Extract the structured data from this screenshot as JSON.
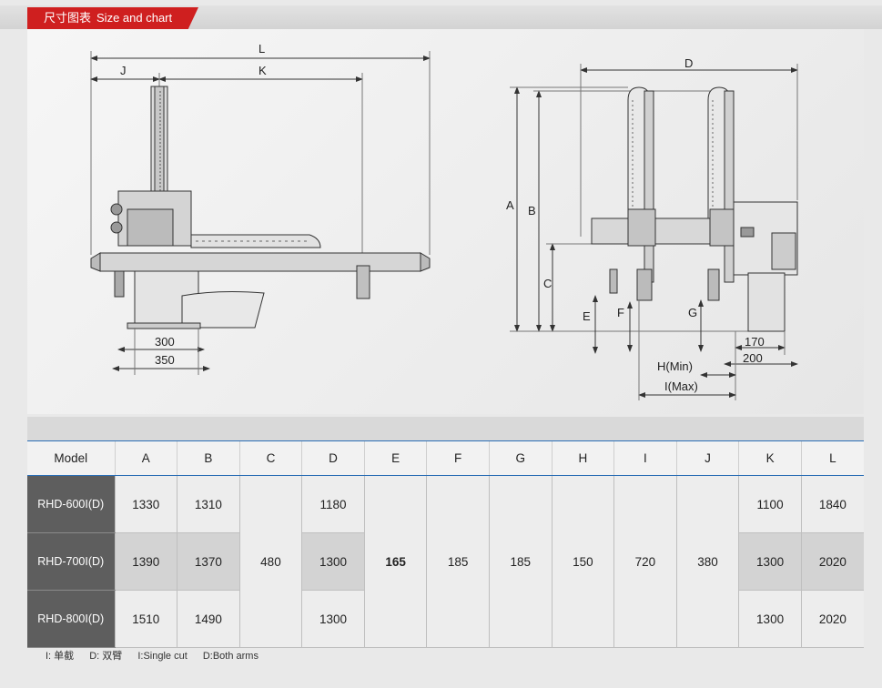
{
  "header": {
    "title_zh": "尺寸图表",
    "title_en": "Size and chart"
  },
  "drawing_side": {
    "dims": {
      "L": "L",
      "J": "J",
      "K": "K",
      "w1": "300",
      "w2": "350"
    }
  },
  "drawing_front": {
    "dims": {
      "D": "D",
      "A": "A",
      "B": "B",
      "C": "C",
      "E": "E",
      "F": "F",
      "G": "G",
      "v170": "170",
      "v200": "200",
      "H": "H(Min)",
      "I": "I(Max)"
    }
  },
  "table": {
    "headers": [
      "Model",
      "A",
      "B",
      "C",
      "D",
      "E",
      "F",
      "G",
      "H",
      "I",
      "J",
      "K",
      "L"
    ],
    "rows": [
      {
        "model": "RHD-600I(D)",
        "A": "1330",
        "B": "1310",
        "D": "1180",
        "K": "1100",
        "L": "1840"
      },
      {
        "model": "RHD-700I(D)",
        "A": "1390",
        "B": "1370",
        "D": "1300",
        "K": "1300",
        "L": "2020"
      },
      {
        "model": "RHD-800I(D)",
        "A": "1510",
        "B": "1490",
        "D": "1300",
        "K": "1300",
        "L": "2020"
      }
    ],
    "merged": {
      "C": "480",
      "E": "165",
      "F": "185",
      "G": "185",
      "H": "150",
      "I": "720",
      "J": "380"
    }
  },
  "footnote": {
    "i_zh": "I: 单截",
    "d_zh": "D: 双臂",
    "i_en": "I:Single cut",
    "d_en": "D:Both arms"
  }
}
